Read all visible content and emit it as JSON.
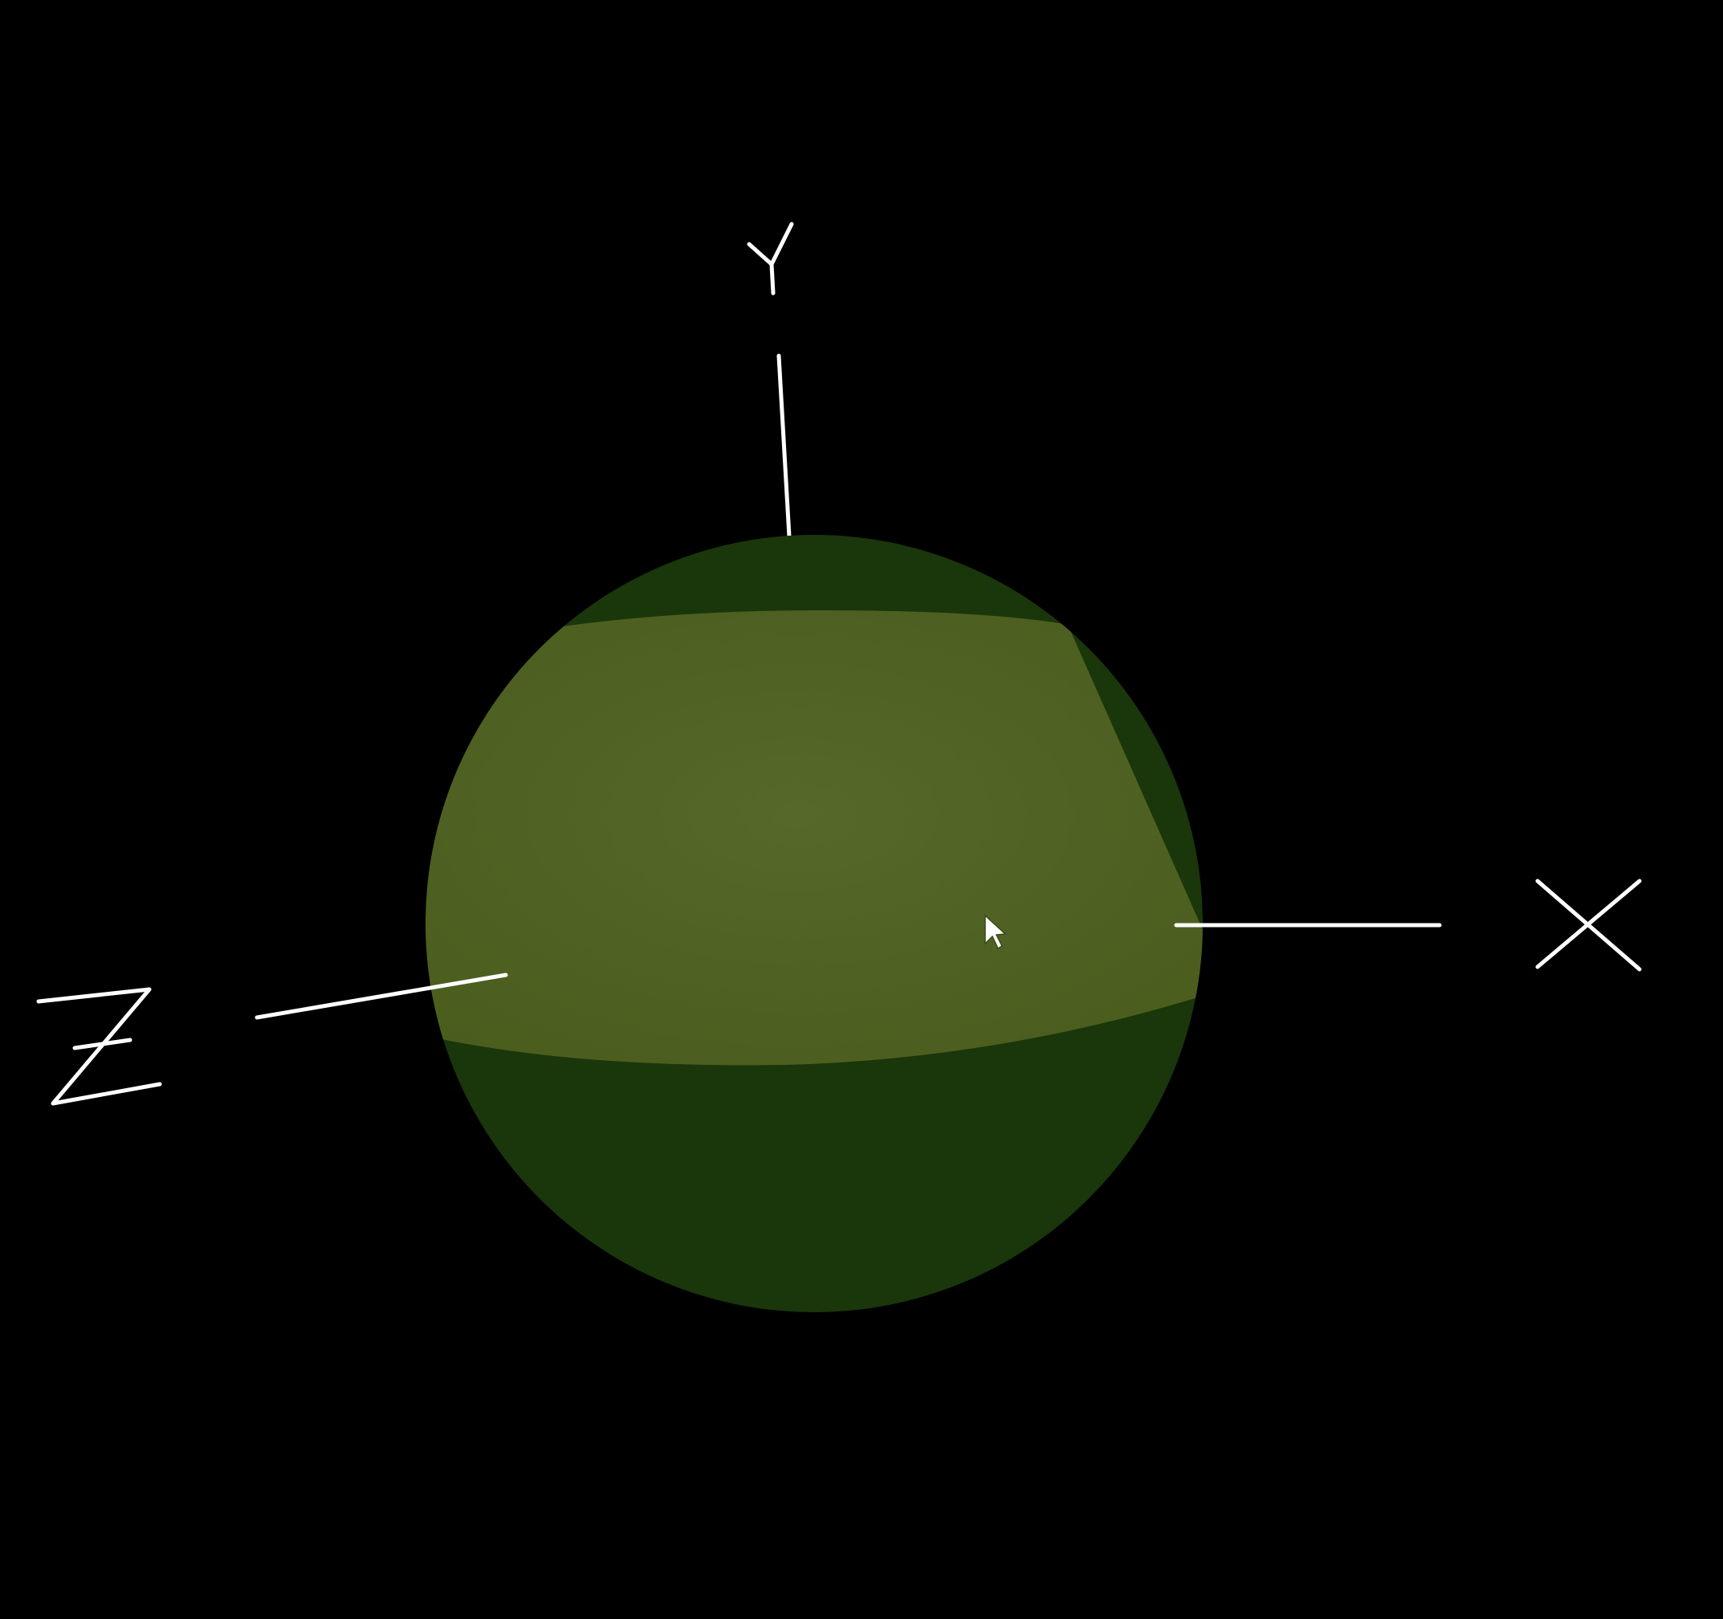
{
  "scene": {
    "background_color": "#000000",
    "sphere": {
      "cap_color": "#1a360b",
      "band_color": "#4f611f",
      "band_highlight_color": "#5a6c26"
    },
    "axes": {
      "line_color": "#ffffff",
      "x_label": "X",
      "y_label": "Y",
      "z_label": "Z"
    },
    "cursor": {
      "icon": "arrow-pointer-icon",
      "color": "#ffffff"
    }
  }
}
